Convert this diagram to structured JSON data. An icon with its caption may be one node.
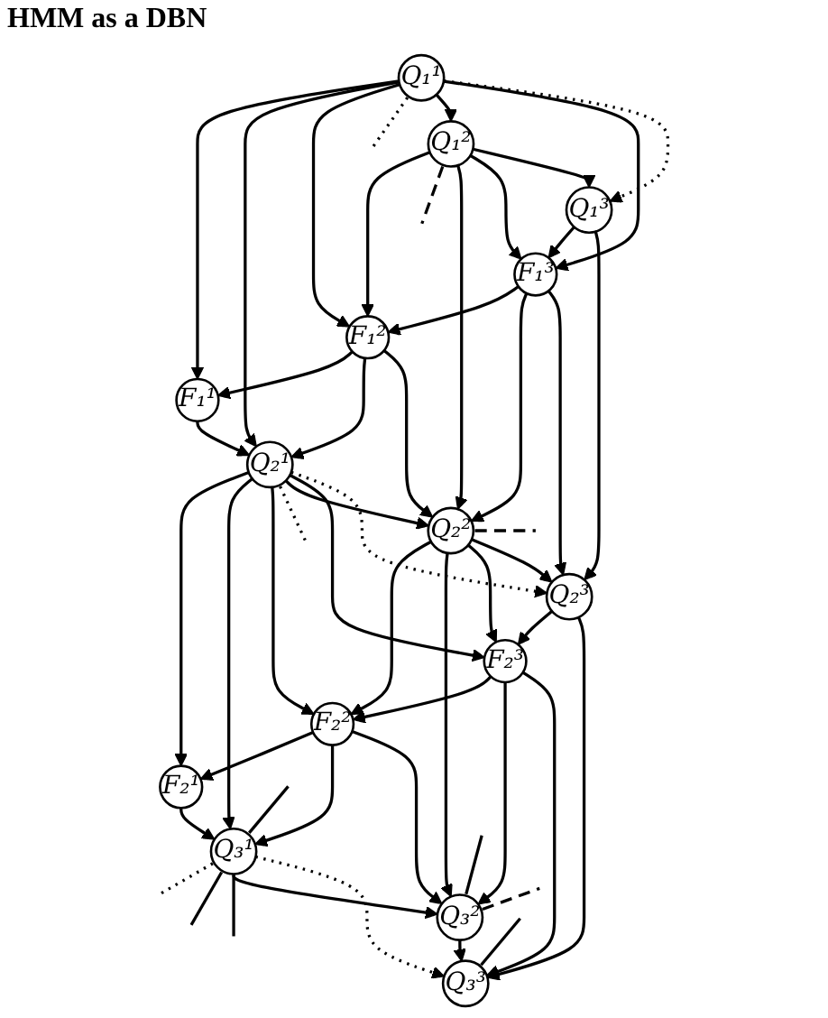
{
  "diagram": {
    "title": "HMM as a DBN",
    "nodes": [
      {
        "text": [
          "F₁¹"
        ]
      },
      {
        "text": [
          "F₂¹"
        ]
      },
      {
        "text": [
          "Q₁¹"
        ]
      },
      {
        "text": [
          "Q₂¹"
        ]
      },
      {
        "text": [
          "Q₃¹"
        ]
      },
      {
        "text": [
          "F₁²"
        ]
      },
      {
        "text": [
          "F₂²"
        ]
      },
      {
        "text": [
          "Q₁²"
        ]
      },
      {
        "text": [
          "Q₂²"
        ]
      },
      {
        "text": [
          "Q₃²"
        ]
      },
      {
        "text": [
          "F₁³"
        ]
      },
      {
        "text": [
          "F₂³"
        ]
      },
      {
        "text": [
          "Q₁³"
        ]
      },
      {
        "text": [
          "Q₂³"
        ]
      },
      {
        "text": [
          "Q₃³"
        ]
      }
    ],
    "edges": [
      {
        "from": 2,
        "to": 0,
        "arrow": "to"
      },
      {
        "from": 2,
        "to": 3,
        "arrow": "to"
      },
      {
        "from": 0,
        "to": 3,
        "arrow": "to"
      },
      {
        "from": 5,
        "to": 0,
        "arrow": "to"
      },
      {
        "from": 2,
        "to": 5,
        "arrow": "to"
      },
      {
        "from": 5,
        "to": 3,
        "arrow": "to"
      },
      {
        "from": 2,
        "to": 7,
        "arrow": "to"
      },
      {
        "from": 7,
        "to": 5,
        "arrow": "to"
      },
      {
        "from": 5,
        "to": 8,
        "arrow": "to"
      },
      {
        "from": 7,
        "to": 8,
        "arrow": "to"
      },
      {
        "from": 2,
        "to": 10,
        "arrow": "to"
      },
      {
        "from": 7,
        "to": 10,
        "arrow": "to"
      },
      {
        "from": 10,
        "to": 5,
        "arrow": "to"
      },
      {
        "from": 10,
        "to": 8,
        "arrow": "to"
      },
      {
        "from": 7,
        "to": 12,
        "arrow": "to"
      },
      {
        "from": 12,
        "to": 10,
        "arrow": "to"
      },
      {
        "from": 10,
        "to": 13,
        "arrow": "to"
      },
      {
        "from": 12,
        "to": 13,
        "arrow": "to"
      },
      {
        "from": 2,
        "to": 12,
        "arrow": "to",
        "style": "dashed"
      },
      {
        "from": 2,
        "to": null,
        "arrow": "none",
        "style": "dashed"
      },
      {
        "from": 7,
        "to": null,
        "arrow": "none",
        "style": "dashed"
      },
      {
        "from": 3,
        "to": 1,
        "arrow": "to"
      },
      {
        "from": 3,
        "to": 4,
        "arrow": "to"
      },
      {
        "from": 1,
        "to": 4,
        "arrow": "to"
      },
      {
        "from": 6,
        "to": 1,
        "arrow": "to"
      },
      {
        "from": 3,
        "to": 6,
        "arrow": "to"
      },
      {
        "from": 6,
        "to": 4,
        "arrow": "to"
      },
      {
        "from": 3,
        "to": 8,
        "arrow": "to"
      },
      {
        "from": 8,
        "to": 6,
        "arrow": "to"
      },
      {
        "from": 6,
        "to": 9,
        "arrow": "to"
      },
      {
        "from": 8,
        "to": 9,
        "arrow": "to"
      },
      {
        "from": 3,
        "to": 11,
        "arrow": "to"
      },
      {
        "from": 8,
        "to": 11,
        "arrow": "to"
      },
      {
        "from": 11,
        "to": 6,
        "arrow": "to"
      },
      {
        "from": 11,
        "to": 9,
        "arrow": "to"
      },
      {
        "from": 8,
        "to": 13,
        "arrow": "to"
      },
      {
        "from": 13,
        "to": 11,
        "arrow": "to"
      },
      {
        "from": 11,
        "to": 14,
        "arrow": "to"
      },
      {
        "from": 13,
        "to": 14,
        "arrow": "to"
      },
      {
        "from": 3,
        "to": 13,
        "arrow": "to",
        "style": "dashed"
      },
      {
        "from": 3,
        "to": null,
        "arrow": "none",
        "style": "dashed"
      },
      {
        "from": 8,
        "to": null,
        "arrow": "none",
        "style": "dashed"
      },
      {
        "from": 4,
        "to": null,
        "arrow": "none"
      },
      {
        "from": 4,
        "to": null,
        "arrow": "none"
      },
      {
        "from": 4,
        "to": null,
        "arrow": "none"
      },
      {
        "from": 4,
        "to": 9,
        "arrow": "to"
      },
      {
        "from": 9,
        "to": null,
        "arrow": "none"
      },
      {
        "from": 9,
        "to": null,
        "arrow": "none",
        "style": "dashed"
      },
      {
        "from": 9,
        "to": 14,
        "arrow": "to"
      },
      {
        "from": 14,
        "to": null,
        "arrow": "none"
      },
      {
        "from": 4,
        "to": 14,
        "arrow": "to",
        "style": "dashed"
      },
      {
        "from": 4,
        "to": null,
        "arrow": "none",
        "style": "dashed"
      }
    ]
  }
}
